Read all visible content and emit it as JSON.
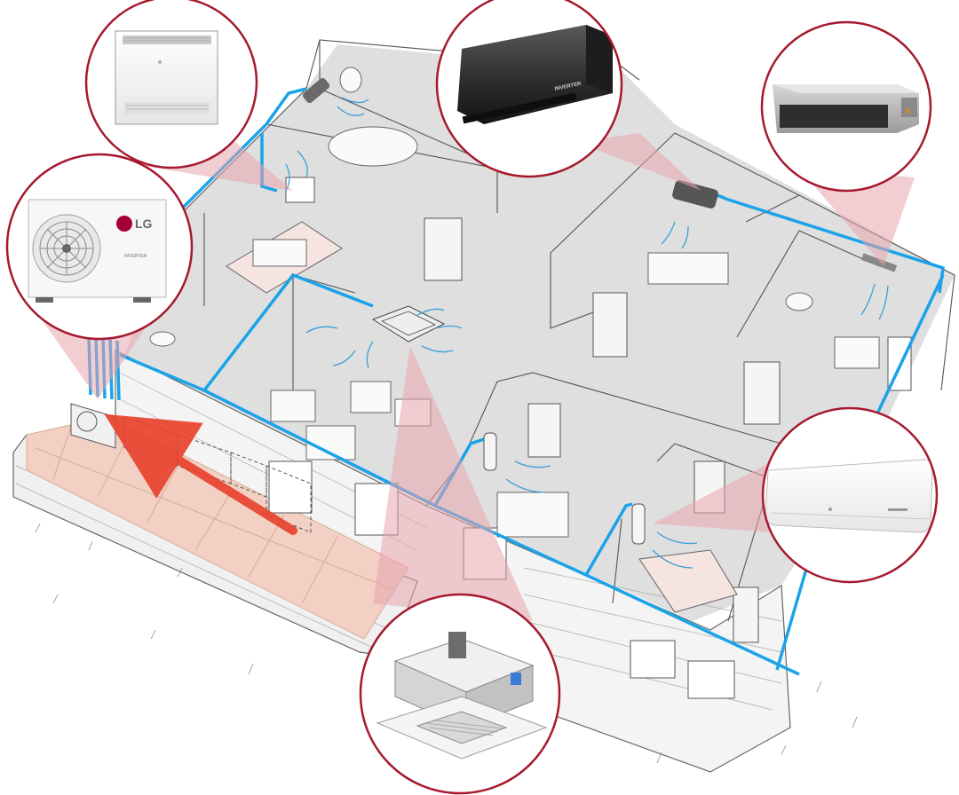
{
  "brand": {
    "name": "LG",
    "sub_label": "INVERTER",
    "logo_color": "#a50034"
  },
  "colors": {
    "pipe": "#1aa3e8",
    "callout_ring": "#a6192e",
    "callout_cone": "#e8a4ad",
    "airflow": "#3a9fd8",
    "arrow": "#e8402a",
    "terrace": "#f2d0c4",
    "floor": "#d9d9d9",
    "wall_sketch": "#555555"
  },
  "units": [
    {
      "id": "outdoor-unit",
      "type": "outdoor-unit-icon"
    },
    {
      "id": "console",
      "type": "floor-console-icon"
    },
    {
      "id": "wall-dark",
      "type": "wall-mounted-dark-icon"
    },
    {
      "id": "ducted",
      "type": "ducted-unit-icon"
    },
    {
      "id": "wall-white",
      "type": "wall-mounted-white-icon"
    },
    {
      "id": "cassette",
      "type": "ceiling-cassette-icon"
    }
  ]
}
